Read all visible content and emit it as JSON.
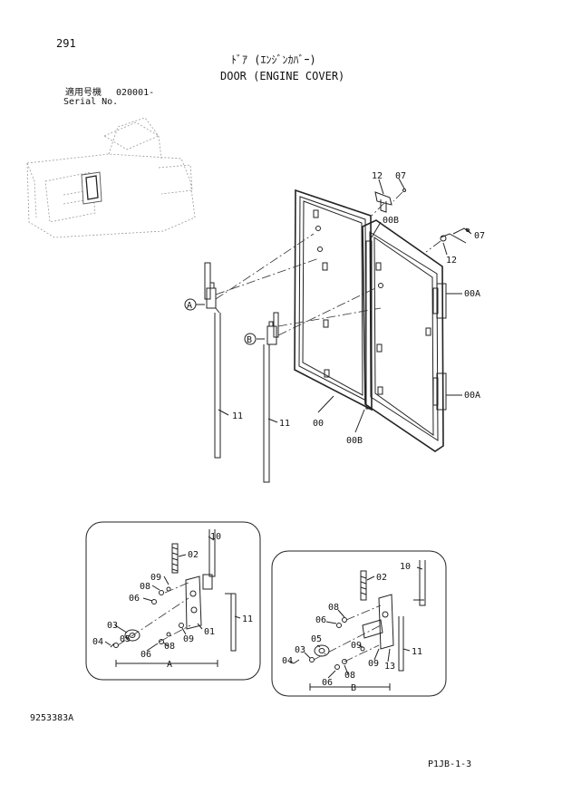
{
  "header": {
    "page_number": "291",
    "title_jp": "ﾄﾞｱ (ｴﾝｼﾞﾝｶﾊﾞｰ)",
    "title_en": "DOOR (ENGINE COVER)",
    "serial_label_jp": "適用号機",
    "serial_value": "020001-",
    "serial_label_en": "Serial No."
  },
  "callouts": {
    "c12a": "12",
    "c07a": "07",
    "c00b_top": "00B",
    "c07b": "07",
    "c12b": "12",
    "c00a_top": "00A",
    "c00a_bot": "00A",
    "c11a": "11",
    "c11b": "11",
    "c00": "00",
    "c00b_bot": "00B",
    "mark_a": "A",
    "mark_b": "B"
  },
  "detail_a": {
    "c10": "10",
    "c02": "02",
    "c09a": "09",
    "c08a": "08",
    "c06a": "06",
    "c03": "03",
    "c05": "05",
    "c04": "04",
    "c06b": "06",
    "c08b": "08",
    "c09b": "09",
    "c01": "01",
    "c11": "11",
    "label": "A"
  },
  "detail_b": {
    "c02": "02",
    "c10": "10",
    "c08a": "08",
    "c06a": "06",
    "c05": "05",
    "c09a": "09",
    "c03": "03",
    "c04": "04",
    "c08b": "08",
    "c06b": "06",
    "c09b": "09",
    "c13": "13",
    "c11": "11",
    "label": "B"
  },
  "footer": {
    "drawing_no": "9253383A",
    "page_ref": "P1JB-1-3"
  }
}
